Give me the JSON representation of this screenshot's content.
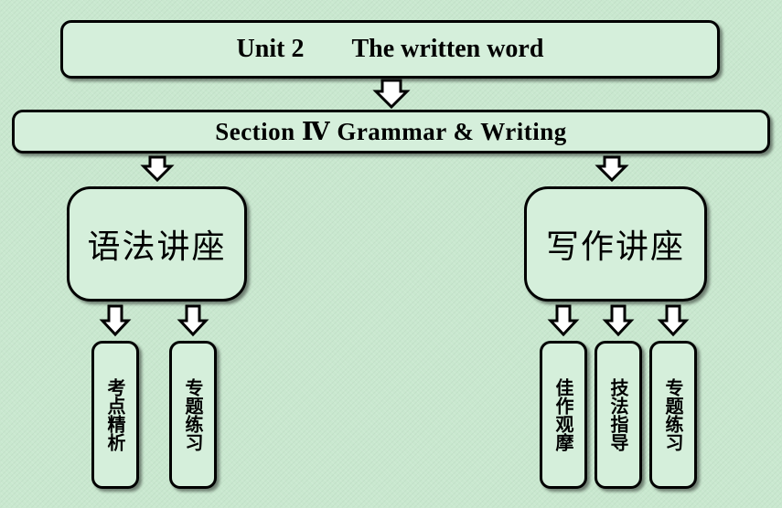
{
  "title": {
    "unit": "Unit 2",
    "name": "The written word"
  },
  "section": "Section Ⅳ Grammar & Writing",
  "branches": [
    {
      "label": "语法讲座",
      "children": [
        "考点精析",
        "专题练习"
      ]
    },
    {
      "label": "写作讲座",
      "children": [
        "佳作观摩",
        "技法指导",
        "专题练习"
      ]
    }
  ],
  "colors": {
    "background": "#c9e8cf",
    "box_fill": "#d5efdb",
    "border": "#000000"
  }
}
